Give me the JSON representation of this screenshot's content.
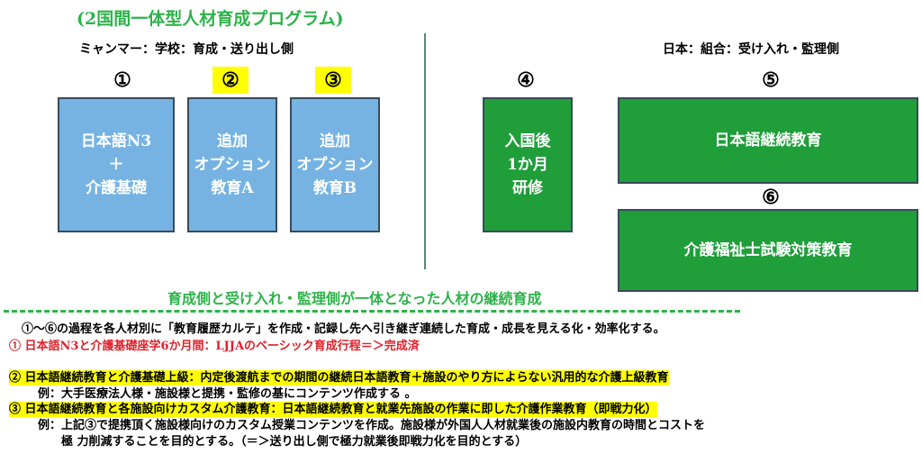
{
  "title": "(2国間一体型人材育成プログラム)",
  "myanmar_label": "ミャンマー：学校：育成・送り出し側",
  "japan_label": "日本：組合：受け入れ・監理側",
  "steps": {
    "s1": {
      "num": "①",
      "text": "日本語N3\n＋\n介護基礎"
    },
    "s2": {
      "num": "②",
      "text": "追加\nオプション\n教育A"
    },
    "s3": {
      "num": "③",
      "text": "追加\nオプション\n教育B"
    },
    "s4": {
      "num": "④",
      "text": "入国後\n1か月\n研修"
    },
    "s5": {
      "num": "⑤",
      "text": "日本語継続教育"
    },
    "s6": {
      "num": "⑥",
      "text": "介護福祉士試験対策教育"
    }
  },
  "middle_caption": "育成側と受け入れ・監理側が一体となった人材の継続育成",
  "notes": {
    "n1": "①～⑥の過程を各人材別に「教育履歴カルテ」を作成・記録し先へ引き継ぎ連続した育成・成長を見える化・効率化する。",
    "n2": "① 日本語N3と介護基礎座学6か月間：LJJAのベーシック育成行程＝＞完成済",
    "n3": "② 日本語継続教育と介護基礎上級：内定後渡航までの期間の継続日本語教育＋施設のやり方によらない汎用的な介護上級教育",
    "n4": "例：大手医療法人様・施設様と提携・監修の基にコンテンツ作成する 。",
    "n5": "③ 日本語継続教育と各施設向けカスタム介護教育：日本語継続教育と就業先施設の作業に即した介護作業教育（即戦力化）",
    "n6": "例：上記③で提携頂く施設様向けのカスタム授業コンテンツを作成。施設様が外国人人材就業後の施設内教育の時間とコストを",
    "n7": "極 力削減することを目的とする。（＝＞送り出し側で極力就業後即戦力化を目的とする）"
  },
  "colors": {
    "title_green": "#2db34a",
    "box_blue": "#76b3e2",
    "box_green": "#1f9e3a",
    "highlight_yellow": "#ffff00",
    "note_red": "#e0202a"
  }
}
